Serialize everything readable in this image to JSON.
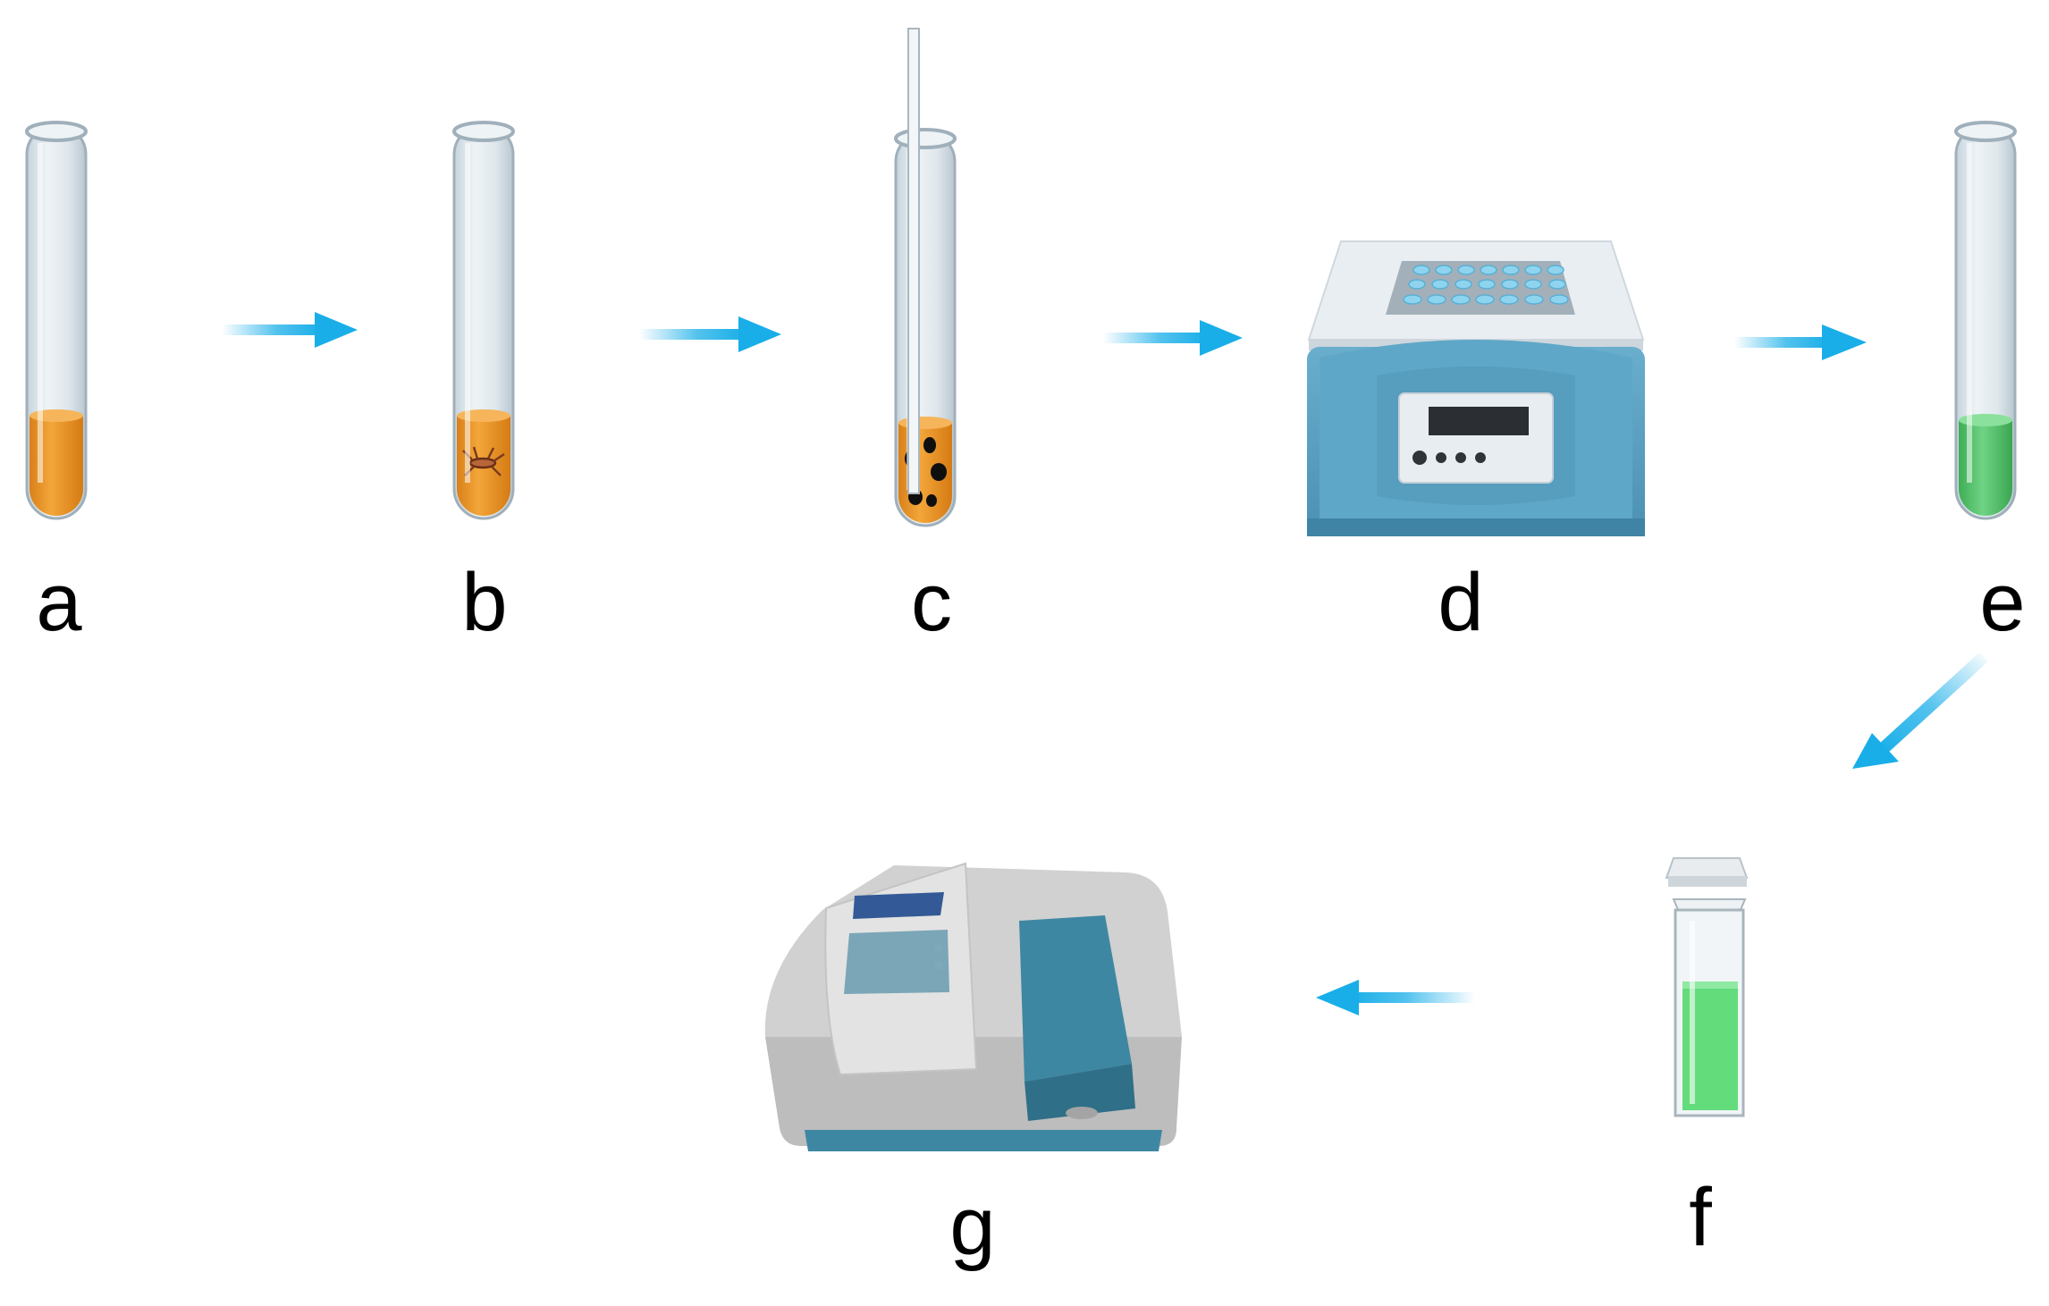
{
  "colors": {
    "arrow": "#19aee8",
    "orange_liquid": "#ef9b2a",
    "green_liquid": "#54c46e",
    "cuvette_liquid": "#63dc7c",
    "glass": "#e2ebf1",
    "incubator_body": "#5aa2c4",
    "incubator_lid": "#e8edf1",
    "spectro_body": "#c9c9c9",
    "spectro_blue": "#3e87a2"
  },
  "icons": {
    "a": "test-tube-orange-icon",
    "b": "test-tube-insect-icon",
    "c": "test-tube-rod-icon",
    "d": "heating-block-icon",
    "e": "test-tube-green-icon",
    "f": "cuvette-icon",
    "g": "spectrophotometer-icon"
  },
  "steps": [
    {
      "id": "a",
      "label": "a"
    },
    {
      "id": "b",
      "label": "b"
    },
    {
      "id": "c",
      "label": "c"
    },
    {
      "id": "d",
      "label": "d"
    },
    {
      "id": "e",
      "label": "e"
    },
    {
      "id": "f",
      "label": "f"
    },
    {
      "id": "g",
      "label": "g"
    }
  ]
}
